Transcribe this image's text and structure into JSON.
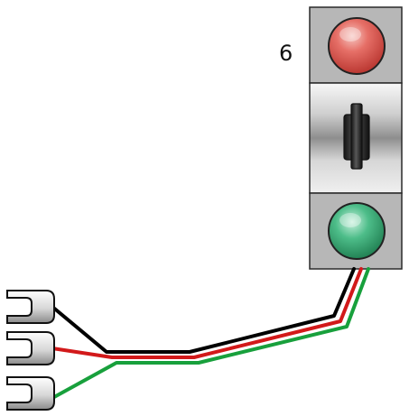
{
  "module": {
    "number_label": "6",
    "top_indicator": "red-light",
    "bottom_indicator": "green-light",
    "center_control": "toggle-switch"
  },
  "wires": {
    "colors": {
      "black": "#000000",
      "red": "#d2191a",
      "green": "#18a03c"
    }
  },
  "connectors": {
    "count": 3,
    "icon": "spade-terminal-icon"
  },
  "palette": {
    "panel_gray": "#b7b7b7",
    "panel_border": "#2a2a2a"
  }
}
